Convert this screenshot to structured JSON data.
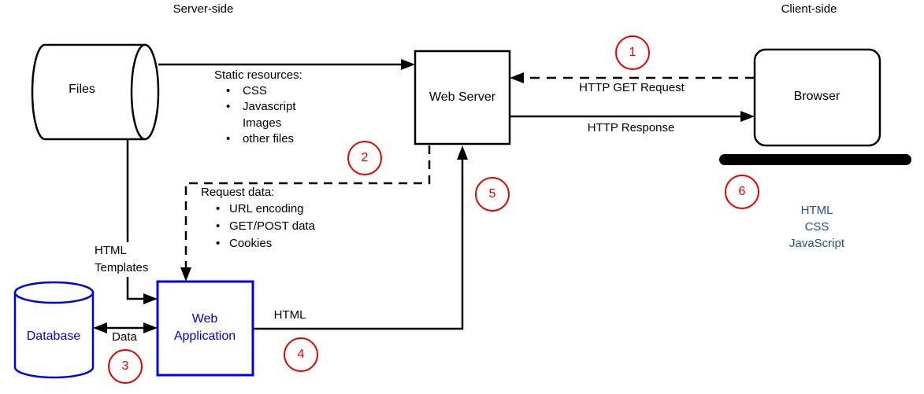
{
  "titles": {
    "server_side": "Server-side",
    "client_side": "Client-side"
  },
  "nodes": {
    "files": {
      "label": "Files"
    },
    "web_server": {
      "label": "Web Server"
    },
    "browser": {
      "label": "Browser"
    },
    "database": {
      "label": "Database"
    },
    "web_application": {
      "line1": "Web",
      "line2": "Application"
    }
  },
  "annotations": {
    "static_resources": {
      "title": "Static resources:",
      "items": [
        "CSS",
        "Javascript",
        "Images",
        "other files"
      ]
    },
    "request_data": {
      "title": "Request data:",
      "items": [
        "URL encoding",
        "GET/POST data",
        "Cookies"
      ]
    }
  },
  "edge_labels": {
    "http_get_request": "HTTP GET Request",
    "http_response": "HTTP Response",
    "html_templates_line1": "HTML",
    "html_templates_line2": "Templates",
    "data": "Data",
    "html": "HTML"
  },
  "client_output": {
    "lines": [
      "HTML",
      "CSS",
      "JavaScript"
    ]
  },
  "step_markers": {
    "s1": "1",
    "s2": "2",
    "s3": "3",
    "s4": "4",
    "s5": "5",
    "s6": "6"
  },
  "colors": {
    "line_black": "#000000",
    "blue_accent": "#0000e8",
    "marker_red": "#e60000",
    "client_text_blue": "#215086"
  }
}
